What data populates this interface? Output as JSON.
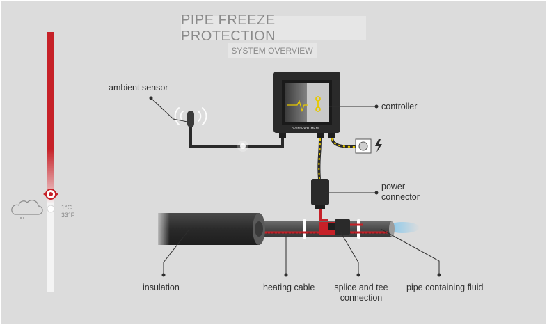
{
  "title": "PIPE FREEZE PROTECTION",
  "subtitle": "SYSTEM OVERVIEW",
  "labels": {
    "ambient_sensor": "ambient sensor",
    "controller": "controller",
    "power_connector_line1": "power",
    "power_connector_line2": "connector",
    "insulation": "insulation",
    "heating_cable": "heating cable",
    "splice_line1": "splice and tee",
    "splice_line2": "connection",
    "pipe": "pipe containing fluid"
  },
  "temperature": {
    "celsius": "1°C",
    "fahrenheit": "33°F"
  },
  "controller_brand": "nVent RAYCHEM",
  "icons": [
    "thermometer-slider",
    "cloud-icon",
    "wifi-signal-icon",
    "lightning-icon",
    "power-plug-icon"
  ],
  "colors": {
    "accent_red": "#c62128",
    "cable_yellow": "#e6c800",
    "pipe_dark": "#2a2a2a",
    "background": "#dcdcdc",
    "water_blue": "#7fc6ee"
  },
  "thermometer": {
    "level_fraction": 0.37
  }
}
